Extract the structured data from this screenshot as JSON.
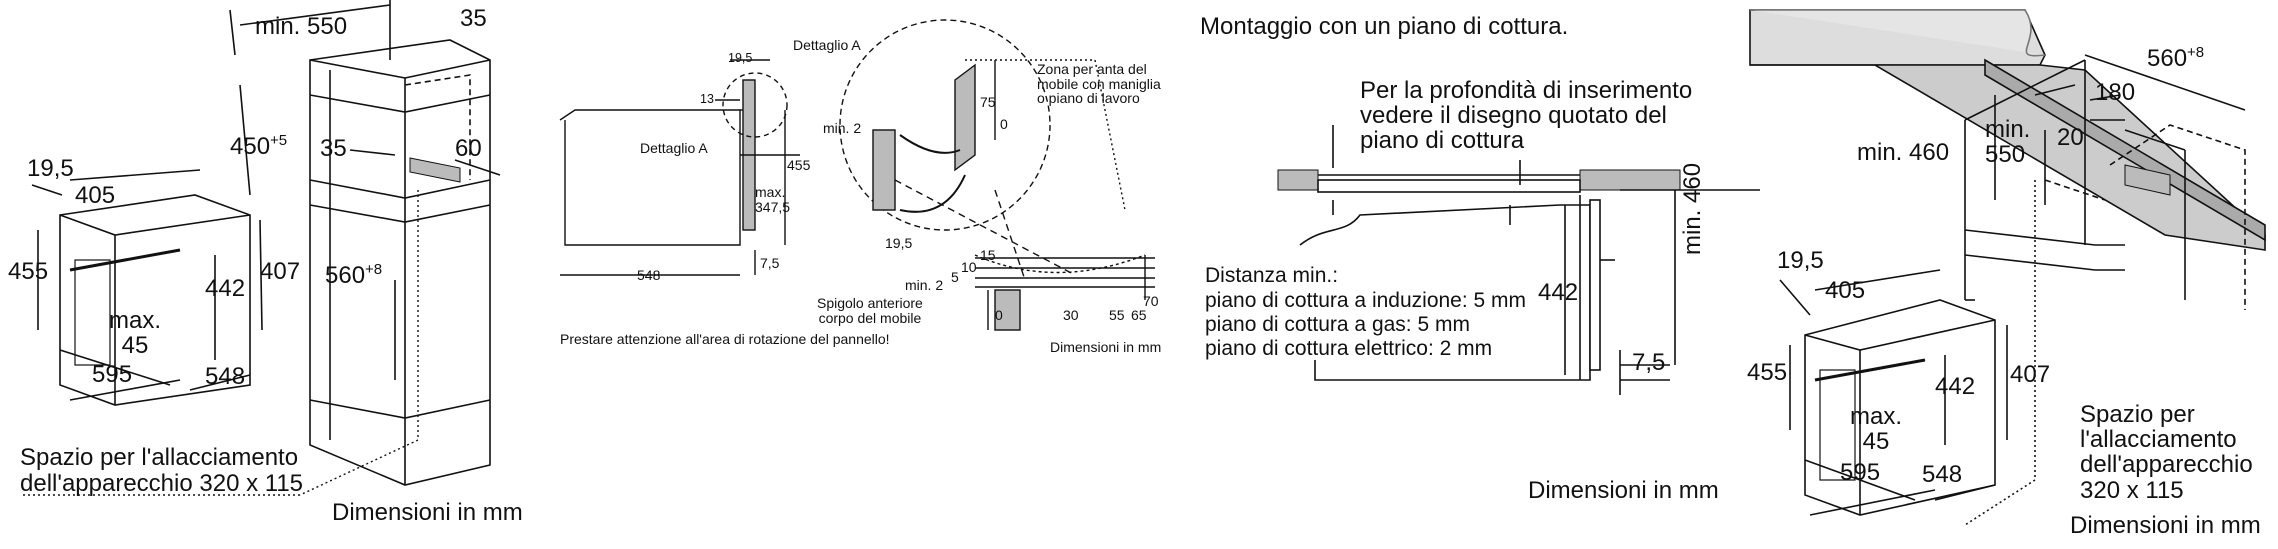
{
  "panel1": {
    "dims": {
      "min550": "min. 550",
      "d35_top": "35",
      "d450": "450",
      "d450_sup": "+5",
      "d35_mid": "35",
      "d60": "60",
      "d560": "560",
      "d560_sup": "+8",
      "d19_5": "19,5",
      "d405": "405",
      "d455": "455",
      "d442": "442",
      "d407": "407",
      "max45": "max.\n45",
      "d595": "595",
      "d548": "548"
    },
    "note": "Spazio per l'allacciamento\ndell'apparecchio 320 x 115",
    "units": "Dimensioni in mm"
  },
  "panel2": {
    "dettaglio_a_top": "Dettaglio A",
    "dettaglio_a_side": "Dettaglio A",
    "zona": "Zona per anta del\nmobile con maniglia\no piano di lavoro",
    "dims": {
      "d19_5_top": "19,5",
      "d13": "13",
      "d455": "455",
      "max347": "max.\n347,5",
      "d548": "548",
      "d7_5": "7,5",
      "min2_top": "min. 2",
      "d75": "75",
      "d0_top": "0",
      "d19_5_bot": "19,5",
      "d15": "15",
      "d10": "10",
      "d5": "5",
      "min2_bot": "min. 2",
      "d0_bot": "0",
      "d30": "30",
      "d55": "55",
      "d65": "65",
      "d70": "70"
    },
    "spigolo": "Spigolo anteriore\ncorpo del mobile",
    "warning": "Prestare attenzione all'area di rotazione del pannello!",
    "units": "Dimensioni in mm"
  },
  "panel3": {
    "title": "Montaggio con un piano di cottura.",
    "profondita": "Per la profondità di inserimento\nvedere il disegno quotato del\npiano di cottura",
    "distanza_title": "Distanza min.:",
    "distanza_lines": [
      "piano di cottura a induzione: 5 mm",
      "piano di cottura a gas: 5 mm",
      "piano di cottura elettrico: 2 mm"
    ],
    "dims": {
      "d442": "442",
      "min460": "min. 460",
      "d7_5": "7,5"
    },
    "units": "Dimensioni in mm"
  },
  "panel4": {
    "dims": {
      "d560": "560",
      "d560_sup": "+8",
      "d180": "180",
      "min460": "min. 460",
      "min550": "min.\n550",
      "d20": "20",
      "d19_5": "19,5",
      "d405": "405",
      "d455": "455",
      "d442": "442",
      "d407": "407",
      "max45": "max.\n45",
      "d595": "595",
      "d548": "548"
    },
    "note": "Spazio per\nl'allacciamento\ndell'apparecchio\n320 x 115",
    "units": "Dimensioni in mm"
  }
}
